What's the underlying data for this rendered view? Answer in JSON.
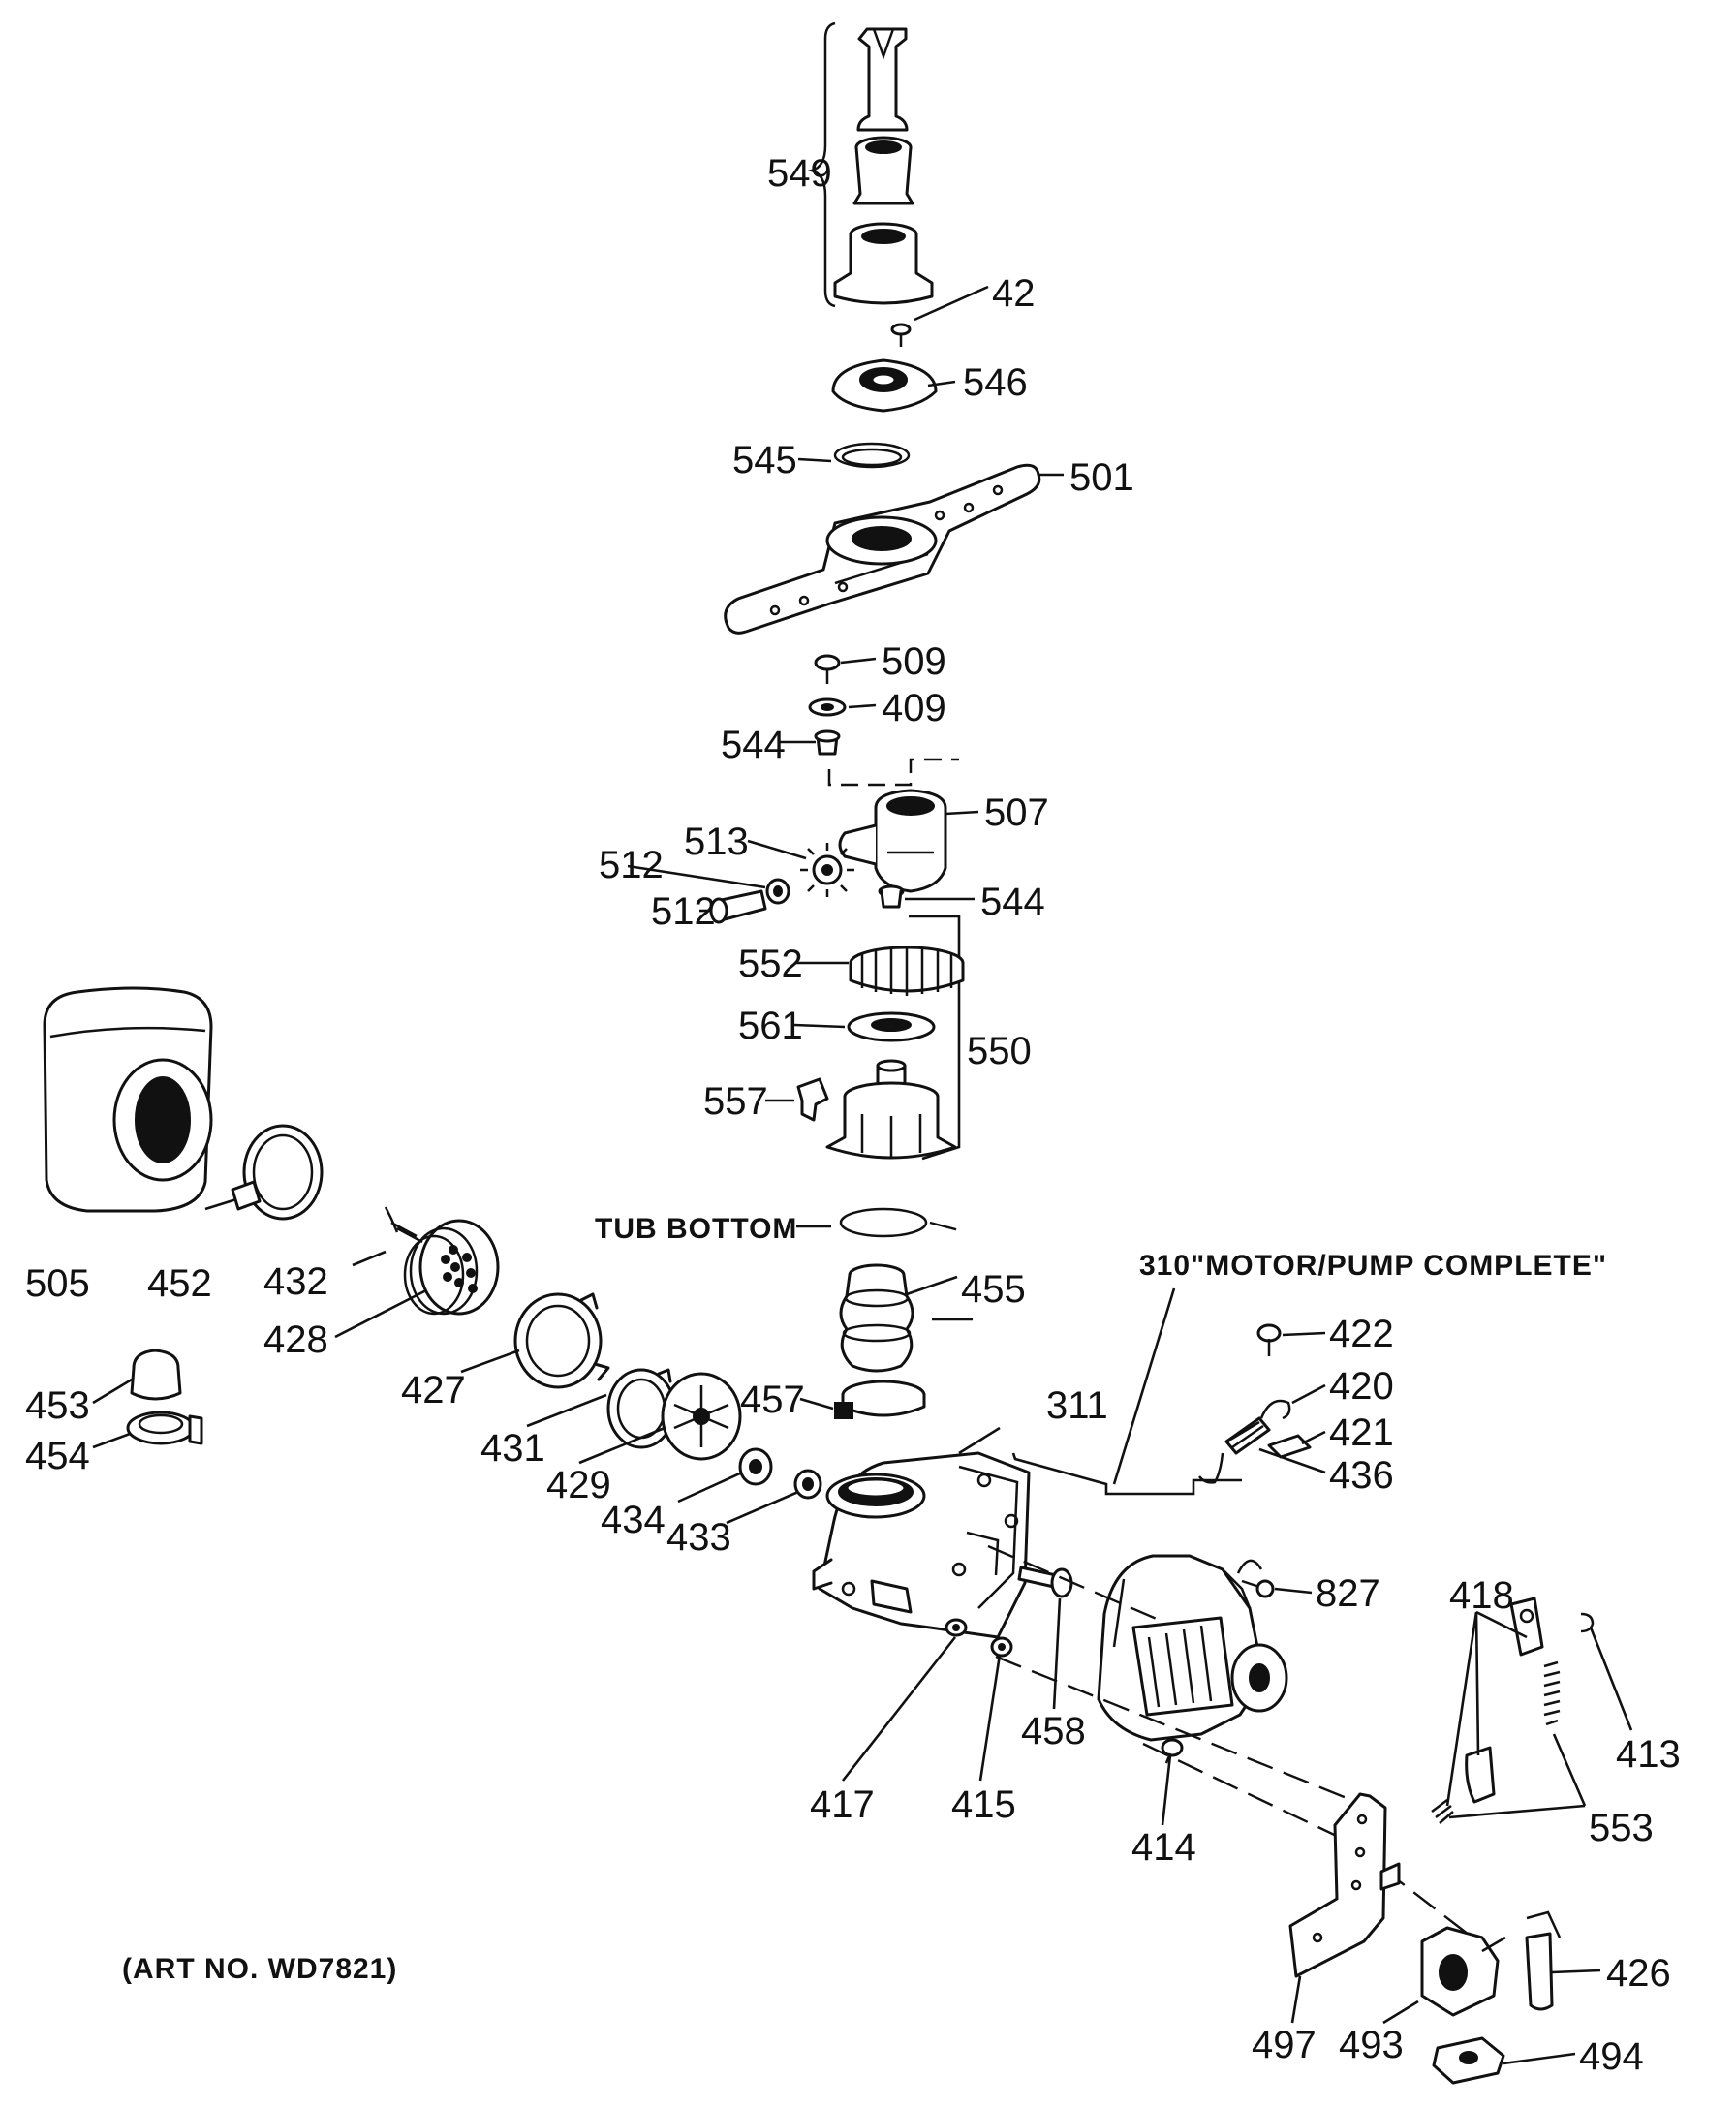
{
  "diagram": {
    "parts": {
      "p549": "549",
      "p42": "42",
      "p546": "546",
      "p545": "545",
      "p501": "501",
      "p509": "509",
      "p409": "409",
      "p544a": "544",
      "p507": "507",
      "p513": "513",
      "p512a": "512",
      "p512b": "512",
      "p544b": "544",
      "p552": "552",
      "p561": "561",
      "p550": "550",
      "p557": "557",
      "p505": "505",
      "p452": "452",
      "p432": "432",
      "p428": "428",
      "p455": "455",
      "p427": "427",
      "p431": "431",
      "p429": "429",
      "p457": "457",
      "p434": "434",
      "p433": "433",
      "p453": "453",
      "p454": "454",
      "p311": "311",
      "p422": "422",
      "p420": "420",
      "p421": "421",
      "p436": "436",
      "p827": "827",
      "p418": "418",
      "p413": "413",
      "p553": "553",
      "p417": "417",
      "p415": "415",
      "p458": "458",
      "p414": "414",
      "p426": "426",
      "p497": "497",
      "p493": "493",
      "p494": "494"
    },
    "tub_bottom": "TUB BOTTOM",
    "motor_pump": "310\"MOTOR/PUMP COMPLETE\"",
    "art_no": "(ART NO. WD7821)"
  }
}
